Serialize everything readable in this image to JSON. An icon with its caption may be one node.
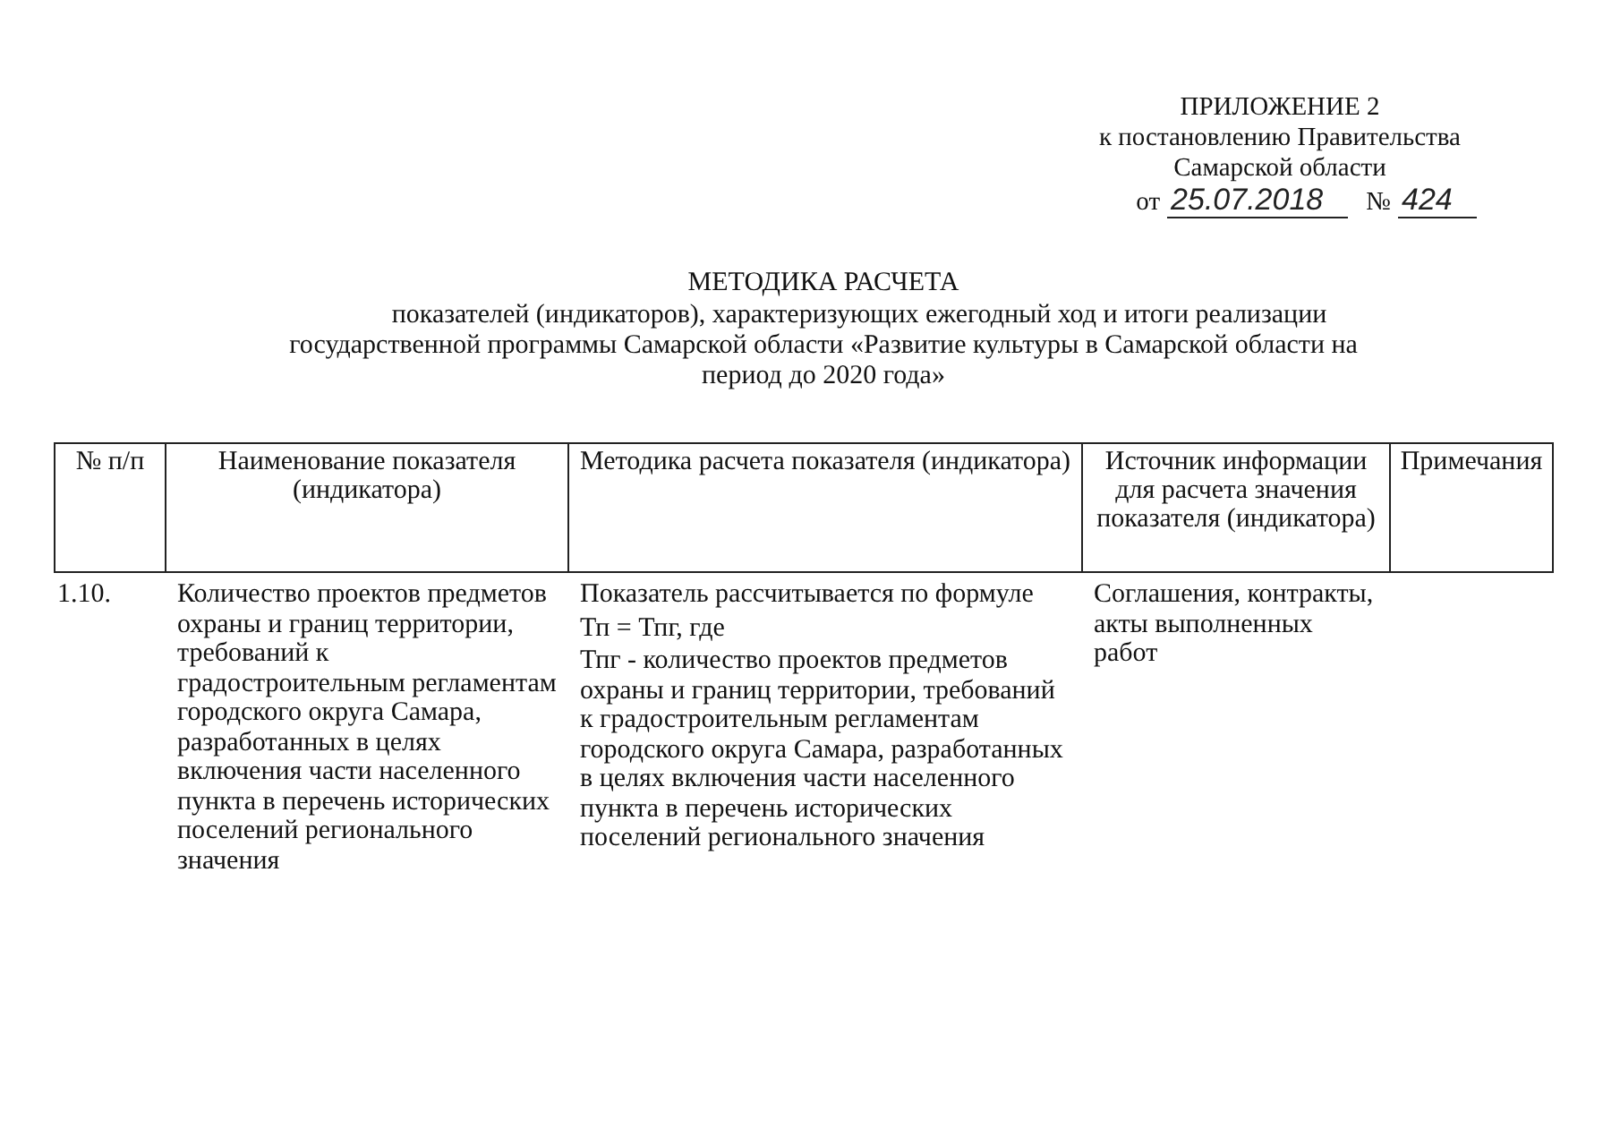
{
  "diagram": {
    "title": "МЕТОДИКА РАСЧЕТА",
    "labels": [
      "ПРИЛОЖЕНИЕ 2",
      "к постановлению Правительства Самарской области",
      "от",
      "25.07.2018",
      "№",
      "424",
      "показателей (индикаторов), характеризующих ежегодный ход и итоги реализации государственной программы Самарской области «Развитие культуры в Самарской области на период до 2020 года»",
      "№ п/п",
      "Наименование показателя (индикатора)",
      "Методика расчета показателя (индикатора)",
      "Источник информации для расчета значения показателя (индикатора)",
      "Примечания",
      "1.10.",
      "Количество проектов предметов охраны и границ территории, требований к градостроительным регламентам городского округа Самара, разработанных в целях включения части населенного пункта в перечень исторических поселений регионального значения",
      "Показатель рассчитывается по формуле",
      "Тп = Тпг, где",
      "Тпг - количество проектов предметов охраны и границ территории, требований к градостроительным регламентам городского округа Самара, разработанных в целях включения части населенного пункта в перечень исторических поселений регионального значения",
      "Соглашения, контракты, акты выполненных работ"
    ]
  }
}
